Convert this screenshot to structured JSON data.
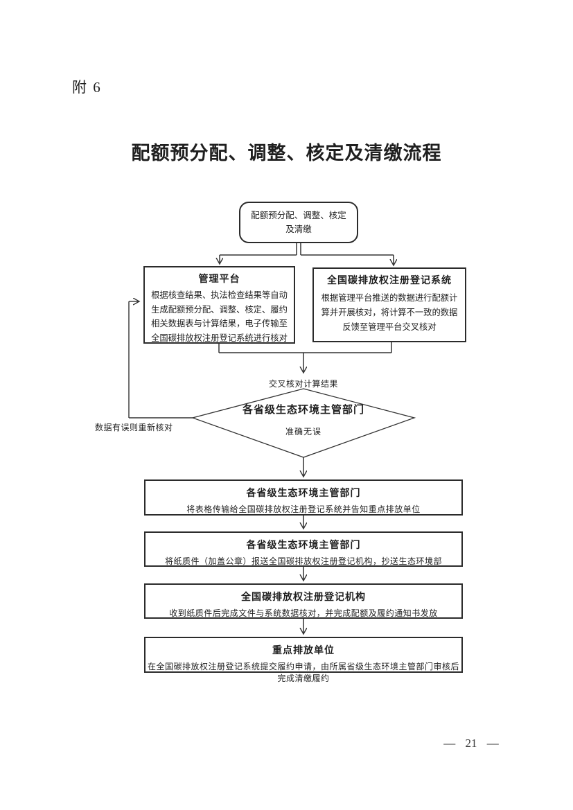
{
  "page": {
    "attachment_label": "附 6",
    "title": "配额预分配、调整、核定及清缴流程",
    "page_number": "— 21 —"
  },
  "colors": {
    "ink": "#1f1f1f",
    "line": "#333333",
    "background": "#ffffff"
  },
  "flowchart": {
    "start": {
      "label": "配额预分配、调整、核定及清缴"
    },
    "management_platform": {
      "title": "管理平台",
      "body": "根据核查结果、执法检查结果等自动生成配额预分配、调整、核定、履约相关数据表与计算结果，电子传输至全国碳排放权注册登记系统进行核对"
    },
    "registry_system": {
      "title": "全国碳排放权注册登记系统",
      "body": "根据管理平台推送的数据进行配额计算并开展核对，将计算不一致的数据反馈至管理平台交叉核对"
    },
    "labels": {
      "cross_check": "交叉核对计算结果",
      "error_loop": "数据有误则重新核对"
    },
    "decision": {
      "title": "各省级生态环境主管部门",
      "result": "准确无误"
    },
    "provincial_transmit": {
      "title": "各省级生态环境主管部门",
      "body": "将表格传输给全国碳排放权注册登记系统并告知重点排放单位"
    },
    "provincial_paper": {
      "title": "各省级生态环境主管部门",
      "body": "将纸质件（加盖公章）报送全国碳排放权注册登记机构，抄送生态环境部"
    },
    "registry_org": {
      "title": "全国碳排放权注册登记机构",
      "body": "收到纸质件后完成文件与系统数据核对，并完成配额及履约通知书发放"
    },
    "key_emitters": {
      "title": "重点排放单位",
      "body": "在全国碳排放权注册登记系统提交履约申请，由所属省级生态环境主管部门审核后完成清缴履约"
    }
  }
}
